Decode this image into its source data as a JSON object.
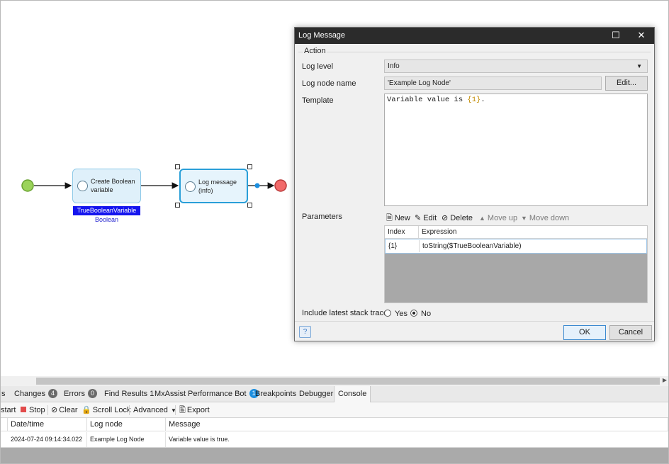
{
  "canvas": {
    "node_create": "Create Boolean variable",
    "node_log": "Log message (info)",
    "variable_name": "TrueBooleanVariable",
    "variable_type": "Boolean"
  },
  "panel": {
    "tabs": [
      {
        "label": "s"
      },
      {
        "label": "Changes",
        "badge": "4"
      },
      {
        "label": "Errors",
        "badge": "0"
      },
      {
        "label": "Find Results 1"
      },
      {
        "label": "MxAssist Performance Bot",
        "badge": "1"
      },
      {
        "label": "Breakpoints"
      },
      {
        "label": "Debugger"
      },
      {
        "label": "Console"
      }
    ],
    "toolbar": {
      "start": "start",
      "stop": "Stop",
      "clear": "Clear",
      "scroll_lock": "Scroll Lock",
      "advanced": "Advanced",
      "export": "Export"
    },
    "columns": [
      "Date/time",
      "Log node",
      "Message"
    ],
    "rows": [
      {
        "datetime": "2024-07-24 09:14:34.022",
        "log_node": "Example Log Node",
        "message": "Variable value is true."
      }
    ]
  },
  "dialog": {
    "title": "Log Message",
    "group": "Action",
    "log_level_label": "Log level",
    "log_level_value": "Info",
    "log_node_label": "Log node name",
    "log_node_value": "'Example Log Node'",
    "edit_button": "Edit...",
    "template_label": "Template",
    "template_prefix": "Variable value is ",
    "template_placeholder": "{1}",
    "template_suffix": ".",
    "parameters_label": "Parameters",
    "param_toolbar": {
      "new": "New",
      "edit": "Edit",
      "delete": "Delete",
      "move_up": "Move up",
      "move_down": "Move down"
    },
    "param_columns": [
      "Index",
      "Expression"
    ],
    "param_rows": [
      {
        "index": "{1}",
        "expression": "toString($TrueBooleanVariable)"
      }
    ],
    "stack_trace_label": "Include latest stack trace",
    "yes": "Yes",
    "no": "No",
    "ok": "OK",
    "cancel": "Cancel"
  },
  "colors": {
    "start_event": "#9bd35a",
    "end_event": "#f26a6a",
    "variable_label": "#1515ee",
    "titlebar": "#2b2b2b"
  }
}
